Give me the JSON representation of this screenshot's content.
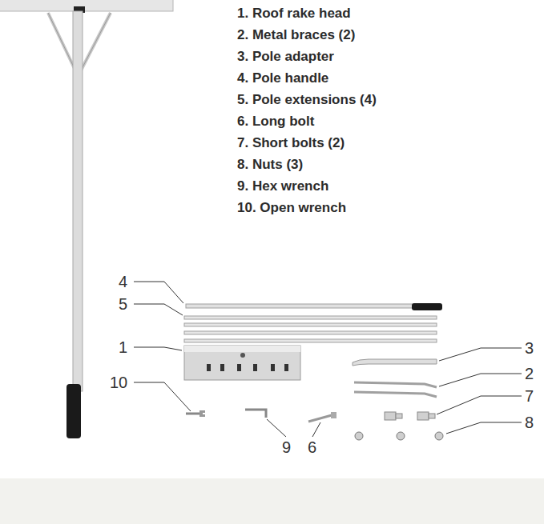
{
  "diagram": {
    "labels": [
      "1. Roof rake head",
      "2. Metal braces (2)",
      "3. Pole adapter",
      "4. Pole handle",
      "5. Pole extensions (4)",
      "6. Long bolt",
      "7. Short bolts (2)",
      "8. Nuts (3)",
      "9. Hex wrench",
      "10. Open wrench",
      "4",
      "5",
      "1",
      "10",
      "3",
      "2",
      "7",
      "8",
      "9",
      "6"
    ]
  }
}
